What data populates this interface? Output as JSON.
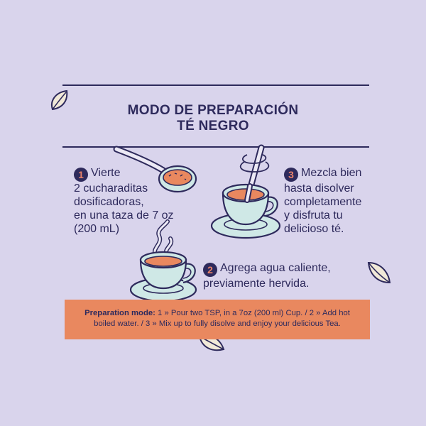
{
  "title": {
    "line1": "MODO DE PREPARACIÓN",
    "line2": "TÉ NEGRO"
  },
  "steps": [
    {
      "number": "1",
      "lines": [
        "Vierte",
        "2 cucharaditas",
        "dosificadoras,",
        "en una taza de  7 oz",
        "(200 mL)"
      ]
    },
    {
      "number": "2",
      "lines": [
        "Agrega agua caliente,",
        "previamente hervida."
      ]
    },
    {
      "number": "3",
      "lines": [
        "Mezcla bien",
        "hasta disolver",
        "completamente",
        "y disfruta tu",
        "delicioso té."
      ]
    }
  ],
  "banner": {
    "label": "Preparation mode:",
    "text_line1": " 1 » Pour two TSP, in a 7oz (200 ml) Cup. / 2 » Add hot",
    "text_line2": "boiled water. / 3 » Mix up to fully disolve and enjoy your delicious Tea."
  },
  "colors": {
    "background": "#d9d4ec",
    "ink": "#2e2a5c",
    "accent_orange": "#e9885f",
    "cup_fill": "#cfe8e6"
  },
  "icons": [
    "leaf-icon",
    "spoon-icon",
    "tea-cup-icon",
    "steam-icon",
    "stir-stick-icon"
  ]
}
